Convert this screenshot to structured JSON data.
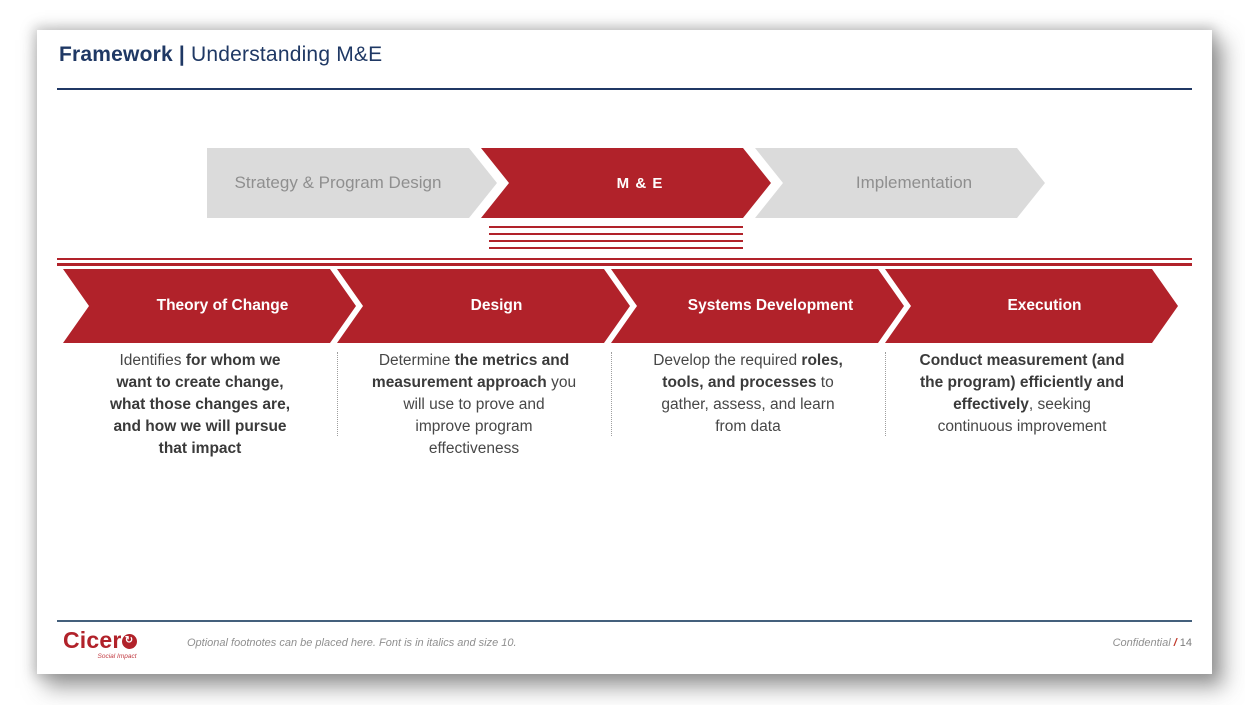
{
  "slide": {
    "title_segments": [
      {
        "text": "Framework |",
        "bold": true
      },
      {
        "text": " Understanding M&E",
        "bold": false
      }
    ],
    "top_process": {
      "stages": [
        {
          "label": "Strategy & Program Design",
          "active": false
        },
        {
          "label": "M & E",
          "active": true
        },
        {
          "label": "Implementation",
          "active": false
        }
      ]
    },
    "phases": [
      {
        "label": "Theory of Change",
        "desc_segments": [
          {
            "text": "Identifies ",
            "bold": false
          },
          {
            "text": "for whom we\nwant to create change,\nwhat those changes are,\nand how we will pursue\nthat impact",
            "bold": true
          }
        ]
      },
      {
        "label": "Design",
        "desc_segments": [
          {
            "text": "Determine ",
            "bold": false
          },
          {
            "text": "the metrics and\nmeasurement approach",
            "bold": true
          },
          {
            "text": " you\nwill use to prove and\nimprove program\neffectiveness",
            "bold": false
          }
        ]
      },
      {
        "label": "Systems Development",
        "desc_segments": [
          {
            "text": "Develop the required ",
            "bold": false
          },
          {
            "text": "roles,\ntools, and processes",
            "bold": true
          },
          {
            "text": " to\ngather, assess, and learn\nfrom data",
            "bold": false
          }
        ]
      },
      {
        "label": "Execution",
        "desc_segments": [
          {
            "text": "Conduct measurement (and\nthe program) efficiently and\neffectively",
            "bold": true
          },
          {
            "text": ", seeking\ncontinuous improvement",
            "bold": false
          }
        ]
      }
    ],
    "footer": {
      "logo": {
        "name": "Cicero",
        "prefix": "Cicer",
        "tagline": "Social Impact"
      },
      "footnote": "Optional footnotes can be placed here. Font is in italics and size 10.",
      "confidential_label": "Confidential",
      "page_separator": "/",
      "page_number": "14"
    },
    "colors": {
      "accent_red": "#B1222A",
      "inactive_gray": "#DBDBDB",
      "inactive_text": "#8F8F8F",
      "title_navy": "#1F3864",
      "footer_rule_blue": "#44607C",
      "body_text": "#474747"
    }
  }
}
